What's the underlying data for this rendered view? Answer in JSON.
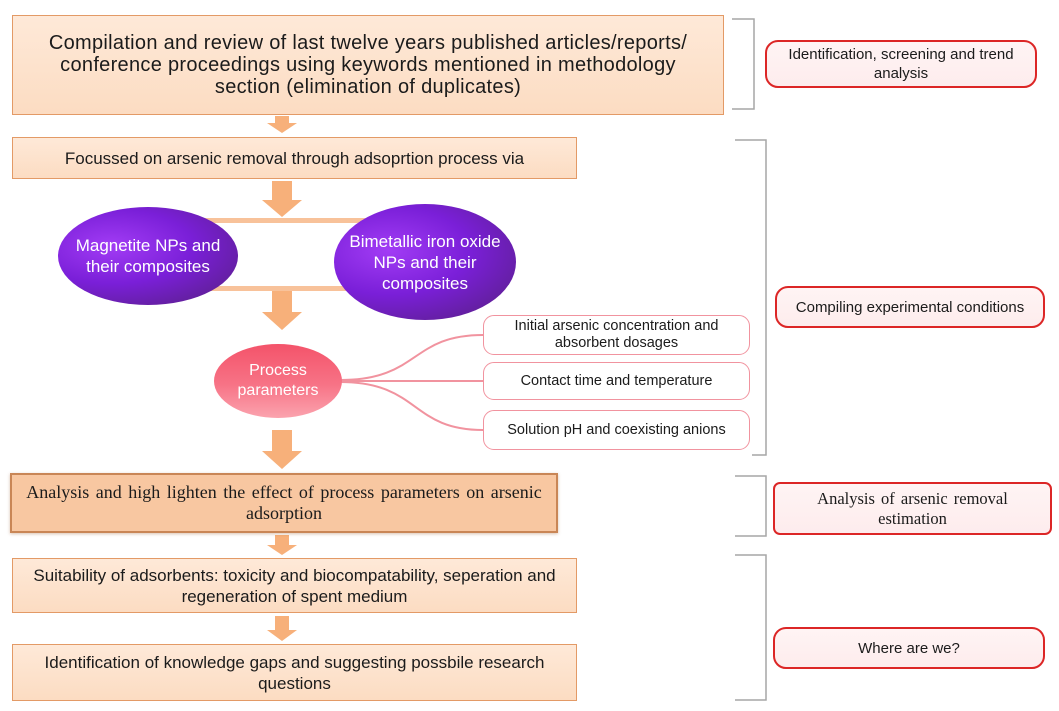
{
  "flow": {
    "step1": {
      "lines": [
        "Compilation and review of last twelve years published articles/reports/",
        "conference proceedings using keywords mentioned in methodology",
        "section (elimination of duplicates)"
      ]
    },
    "step2": {
      "lines": [
        "Focussed on arsenic removal through adsoprtion process via"
      ]
    },
    "adsorbent_types": [
      {
        "lines": [
          "Magnetite NPs and",
          "their composites"
        ]
      },
      {
        "lines": [
          "Bimetallic iron oxide",
          "NPs and their",
          "composites"
        ]
      }
    ],
    "process_parameters": {
      "lines": [
        "Process",
        "parameters"
      ],
      "items": [
        {
          "lines": [
            "Initial arsenic concentration and",
            "absorbent dosages"
          ]
        },
        {
          "lines": [
            "Contact time and temperature"
          ]
        },
        {
          "lines": [
            "Solution pH and coexisting anions"
          ]
        }
      ]
    },
    "step3": {
      "lines": [
        "Analysis and high lighten the effect of process parameters on arsenic",
        "adsorption"
      ]
    },
    "step4": {
      "lines": [
        "Suitability of adsorbents: toxicity and biocompatability, seperation and",
        "regeneration of spent medium"
      ]
    },
    "step5": {
      "lines": [
        "Identification of knowledge gaps and suggesting possbile research",
        "questions"
      ]
    }
  },
  "stages": [
    {
      "lines": [
        "Identification, screening and trend",
        "analysis"
      ]
    },
    {
      "lines": [
        "Compiling experimental conditions"
      ]
    },
    {
      "lines": [
        "Analysis of arsenic removal",
        "estimation"
      ]
    },
    {
      "lines": [
        "Where are we?"
      ]
    }
  ],
  "colors": {
    "box_fill": "#fcdcc2",
    "box_border": "#e39a66",
    "highlight_fill": "#f8c7a1",
    "highlight_border": "#c98656",
    "arrow": "#f7b07a",
    "connector_bar": "#f8c29a",
    "adsorbent_purple": "#7a1fd8",
    "process_pink": "#f4536a",
    "parameter_link": "#f1939f",
    "stage_border": "#dc2626",
    "stage_fill": "#fdeced",
    "bracket": "#a6a6a6"
  }
}
